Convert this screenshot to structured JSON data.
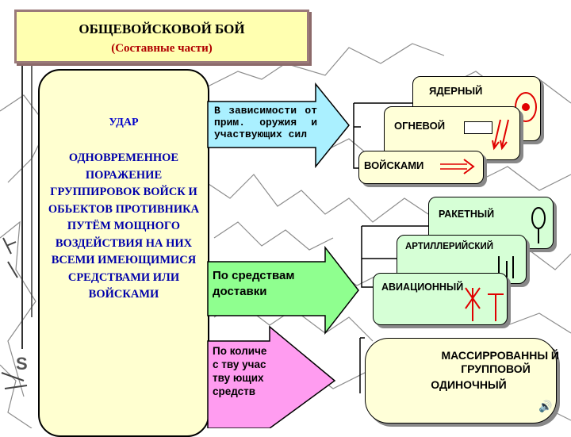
{
  "title": {
    "main": "ОБЩЕВОЙСКОВОЙ БОЙ",
    "sub": "(Составные части)"
  },
  "left_panel": {
    "heading": "УДАР",
    "definition": "ОДНОВРЕМЕННОЕ ПОРАЖЕНИЕ ГРУППИРОВОК ВОЙСК И ОБЬЕКТОВ ПРОТИВНИКА ПУТЁМ МОЩНОГО ВОЗДЕЙСТВИЯ НА НИХ ВСЕМИ ИМЕЮЩИМИСЯ СРЕДСТВАМИ ИЛИ ВОЙСКАМИ"
  },
  "arrows": {
    "weapons": "В зависимости от прим. оружия и участвующих сил",
    "delivery": "По средствам доставки",
    "quantity": "По количес тву участву ющих средств"
  },
  "group_weapons": {
    "nuclear": "ЯДЕРНЫЙ",
    "fire": "ОГНЕВОЙ",
    "troops": "ВОЙСКАМИ"
  },
  "group_delivery": {
    "missile": "РАКЕТНЫЙ",
    "artillery": "АРТИЛЛЕРИЙСКИЙ",
    "aviation": "АВИАЦИОННЫЙ"
  },
  "group_quantity": {
    "massive": "МАССИРРОВАННЫ Й",
    "group": "ГРУППОВОЙ",
    "single": "ОДИНОЧНЫЙ"
  },
  "colors": {
    "title_bg": "#ffffb0",
    "panel_bg": "#ffffd0",
    "arrow_blue": "#aaf0ff",
    "arrow_green": "#8fff8f",
    "arrow_pink": "#ff9cf0",
    "box_green": "#d6ffd6",
    "accent_red": "#e00000",
    "text_blue": "#0000cc"
  }
}
